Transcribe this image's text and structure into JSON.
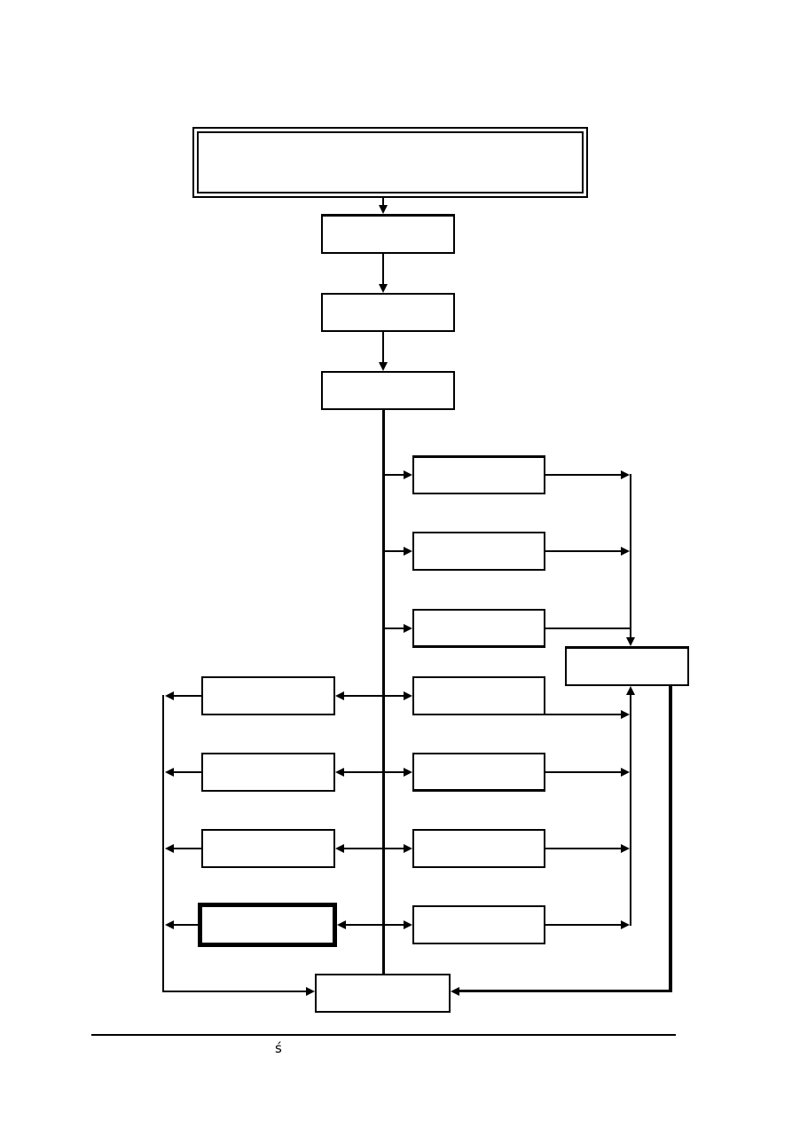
{
  "figure": {
    "kind": "flowchart",
    "description": "Scanned document page containing an organizational flowchart of empty rectangular nodes connected by arrows"
  },
  "colors": {
    "ink": "#000000",
    "paper": "#ffffff"
  },
  "flowchart": {
    "header": {
      "label": ""
    },
    "steps": [
      {
        "label": ""
      },
      {
        "label": ""
      },
      {
        "label": ""
      }
    ],
    "right_column": [
      {
        "label": ""
      },
      {
        "label": ""
      },
      {
        "label": ""
      },
      {
        "label": ""
      },
      {
        "label": ""
      },
      {
        "label": ""
      },
      {
        "label": ""
      }
    ],
    "left_column": [
      {
        "label": ""
      },
      {
        "label": ""
      },
      {
        "label": ""
      },
      {
        "label": ""
      }
    ],
    "side_box": {
      "label": ""
    },
    "bottom_box": {
      "label": ""
    }
  },
  "footnote": {
    "marker": "ś"
  }
}
